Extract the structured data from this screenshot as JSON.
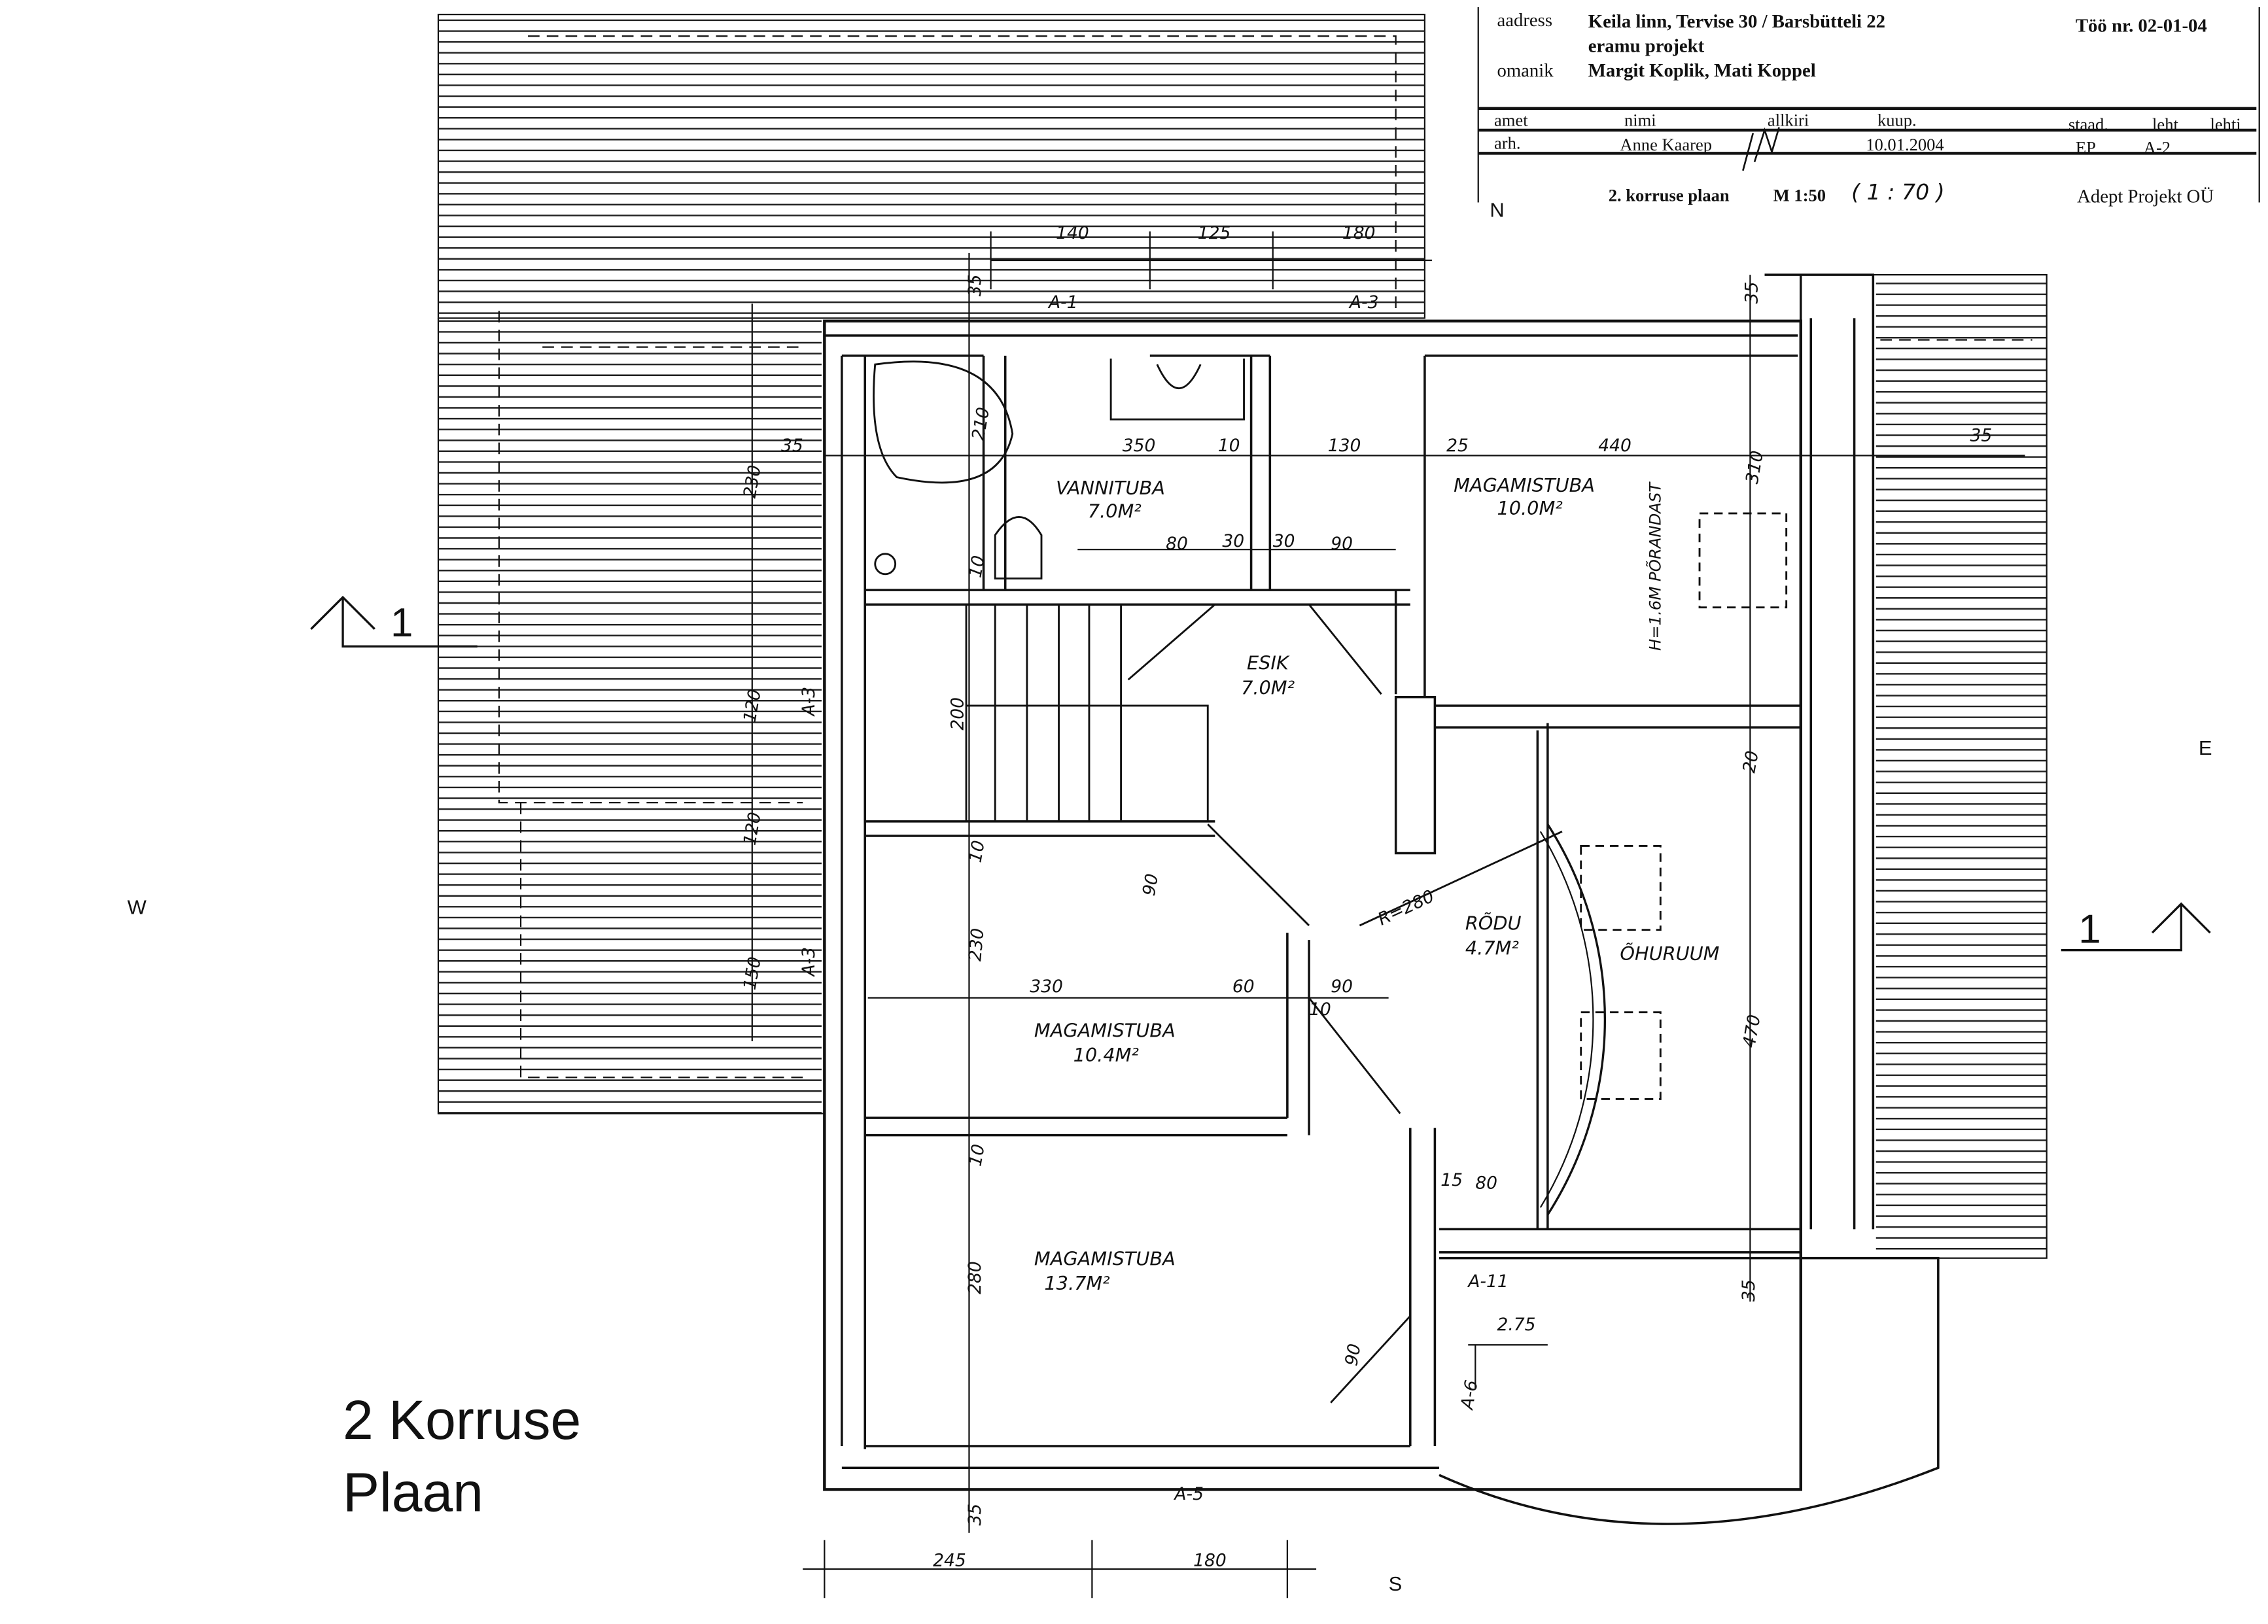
{
  "title_block": {
    "address_label": "aadress",
    "address": "Keila linn, Tervise 30 / Barsbütteli 22",
    "project": "eramu projekt",
    "owner_label": "omanik",
    "owner": "Margit Koplik, Mati Koppel",
    "work_number": "Töö nr. 02-01-04",
    "columns": [
      "amet",
      "nimi",
      "allkiri",
      "kuup.",
      "staad.",
      "leht",
      "lehti"
    ],
    "row": {
      "role": "arh.",
      "name": "Anne Kaarep",
      "date": "10.01.2004",
      "stage": "EP",
      "sheet": "A-2"
    },
    "drawing_title": "2. korruse plaan",
    "scale": "M 1:50",
    "scale_handwritten": "( 1 : 70 )",
    "company": "Adept Projekt OÜ"
  },
  "compass": {
    "north": "N",
    "south": "S",
    "east": "E",
    "west": "W"
  },
  "section_marker": "1",
  "plan_caption": {
    "line1": "2 Korruse",
    "line2": "Plaan"
  },
  "rooms": [
    {
      "name": "VANNITUBA",
      "area": "7.0M²"
    },
    {
      "name": "MAGAMISTUBA",
      "area": "10.0M²"
    },
    {
      "name": "ESIK",
      "area": "7.0M²"
    },
    {
      "name": "MAGAMISTUBA",
      "area": "10.4M²"
    },
    {
      "name": "RÕDU",
      "area": "4.7M²"
    },
    {
      "name": "ÕHURUUM",
      "area": ""
    },
    {
      "name": "MAGAMISTUBA",
      "area": "13.7M²"
    }
  ],
  "notes": {
    "height_note": "H=1.6M PÕRANDAST",
    "radius": "R=280"
  },
  "dimensions": {
    "top": [
      "140",
      "125",
      "180"
    ],
    "axis_top": [
      "A-1",
      "A-3"
    ],
    "row1": [
      "35",
      "350",
      "10",
      "130",
      "25",
      "440",
      "35"
    ],
    "row2": [
      "80",
      "30",
      "30",
      "90"
    ],
    "vert_left": [
      "35",
      "210",
      "10",
      "200",
      "10",
      "230",
      "10",
      "280",
      "35"
    ],
    "vert_outer": [
      "230",
      "120",
      "120",
      "150"
    ],
    "axis_left": [
      "A-3",
      "A-3"
    ],
    "vert_right": [
      "35",
      "310",
      "20",
      "470",
      "35"
    ],
    "mid": [
      "90",
      "330",
      "60",
      "90",
      "10"
    ],
    "balcony": [
      "15",
      "80",
      "2.75",
      "A-11",
      "A-6",
      "90"
    ],
    "bottom": [
      "245",
      "180"
    ],
    "axis_bottom": "A-5"
  }
}
